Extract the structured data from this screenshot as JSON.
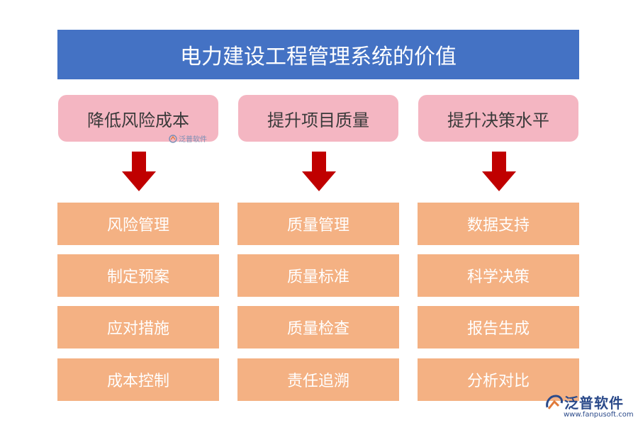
{
  "title": "电力建设工程管理系统的价值",
  "columns": [
    {
      "heading": "降低风险成本",
      "items": [
        "风险管理",
        "制定预案",
        "应对措施",
        "成本控制"
      ]
    },
    {
      "heading": "提升项目质量",
      "items": [
        "质量管理",
        "质量标准",
        "质量检查",
        "责任追溯"
      ]
    },
    {
      "heading": "提升决策水平",
      "items": [
        "数据支持",
        "科学决策",
        "报告生成",
        "分析对比"
      ]
    }
  ],
  "watermark": {
    "center_text": "泛普软件",
    "brand": "泛普软件",
    "url": "www.fanpusoft.com"
  },
  "colors": {
    "title_bg": "#4472c4",
    "heading_bg": "#f4b6c2",
    "item_bg": "#f4b183",
    "arrow": "#c00000"
  }
}
